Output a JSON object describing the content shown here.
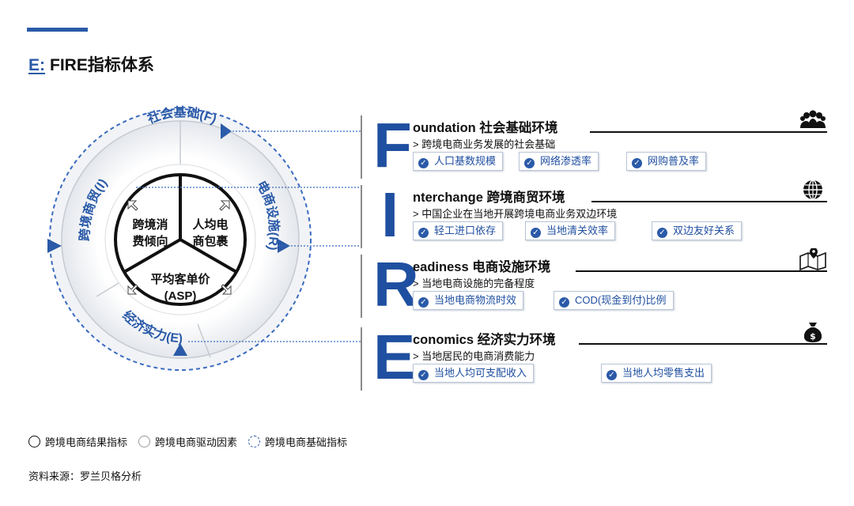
{
  "title": {
    "prefix": "E:",
    "text": "FIRE指标体系"
  },
  "wheel": {
    "inner": [
      "跨境消\n费倾向",
      "人均电\n商包裹",
      "平均客单价\n(ASP)"
    ],
    "ring_labels": {
      "top": "社会基础(F)",
      "left": "跨境商贸(I)",
      "right": "电商设施(R)",
      "bottom": "经济实力(E)"
    }
  },
  "rows": [
    {
      "letter": "F",
      "heading": "oundation 社会基础环境",
      "sub": "> 跨境电商业务发展的社会基础",
      "icon": "people-group-icon",
      "tags": [
        "人口基数规模",
        "网络渗透率",
        "网购普及率"
      ]
    },
    {
      "letter": "I",
      "heading": "nterchange 跨境商贸环境",
      "sub": "> 中国企业在当地开展跨境电商业务双边环境",
      "icon": "globe-icon",
      "tags": [
        "轻工进口依存",
        "当地清关效率",
        "双边友好关系"
      ]
    },
    {
      "letter": "R",
      "heading": "eadiness 电商设施环境",
      "sub": "> 当地电商设施的完备程度",
      "icon": "map-pin-icon",
      "tags": [
        "当地电商物流时效",
        "COD(现金到付)比例"
      ]
    },
    {
      "letter": "E",
      "heading": "conomics 经济实力环境",
      "sub": "> 当地居民的电商消费能力",
      "icon": "money-bag-icon",
      "tags": [
        "当地人均可支配收入",
        "当地人均零售支出"
      ]
    }
  ],
  "legend": [
    "跨境电商结果指标",
    "跨境电商驱动因素",
    "跨境电商基础指标"
  ],
  "source": "资料来源：罗兰贝格分析",
  "colors": {
    "accent": "#2a5aa8",
    "letter": "#1f4fa0",
    "dashed_ring": "#3a6bc0"
  }
}
